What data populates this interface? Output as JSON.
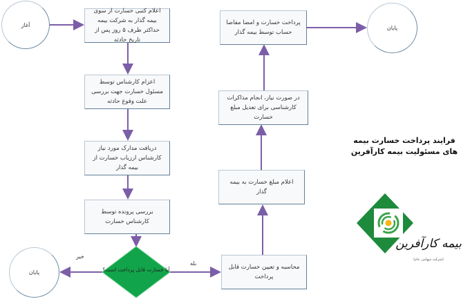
{
  "title": "فرایند پرداخت خسارت بیمه های مسئولیت بیمه کارآفرین",
  "nodes": {
    "start": "آغاز",
    "step1": "اعلام کتبی خسارت از سوی بیمه گذار به شرکت بیمه حداکثر ظرف ۵ روز پس از تاریخ حادثه",
    "step2": "اعزام کارشناس توسط مسئول خسارت جهت بررسی علت وقوع حادثه",
    "step3": "دریافت مدارک مورد نیاز کارشناس ارزیاب خسارت از بیمه گذار",
    "step4": "بررسی پرونده توسط کارشناس خسارت",
    "decision": "آیا خسارت قابل پرداخت است؟",
    "end_no": "پایان",
    "step5": "محاسبه و تعیین خسارت قابل پرداخت",
    "step6": "اعلام مبلغ خسارت به بیمه گذار",
    "step7": "در صورت نیاز، انجام مذاکرات کارشناسی برای تعدیل مبلغ خسارت",
    "step8": "پرداخت خسارت و امضا مفاصا حساب توسط بیمه گذار",
    "end_yes": "پایان"
  },
  "edges": {
    "no_label": "خیر",
    "yes_label": "بله"
  },
  "logo": {
    "name": "بیمه کارآفرین",
    "subtitle": "(شرکت سهامی عام)"
  },
  "colors": {
    "arrow": "#7b5ea7",
    "decision": "#11a44a",
    "logo_green": "#1e8a3c",
    "logo_yellow": "#f5b51b"
  }
}
